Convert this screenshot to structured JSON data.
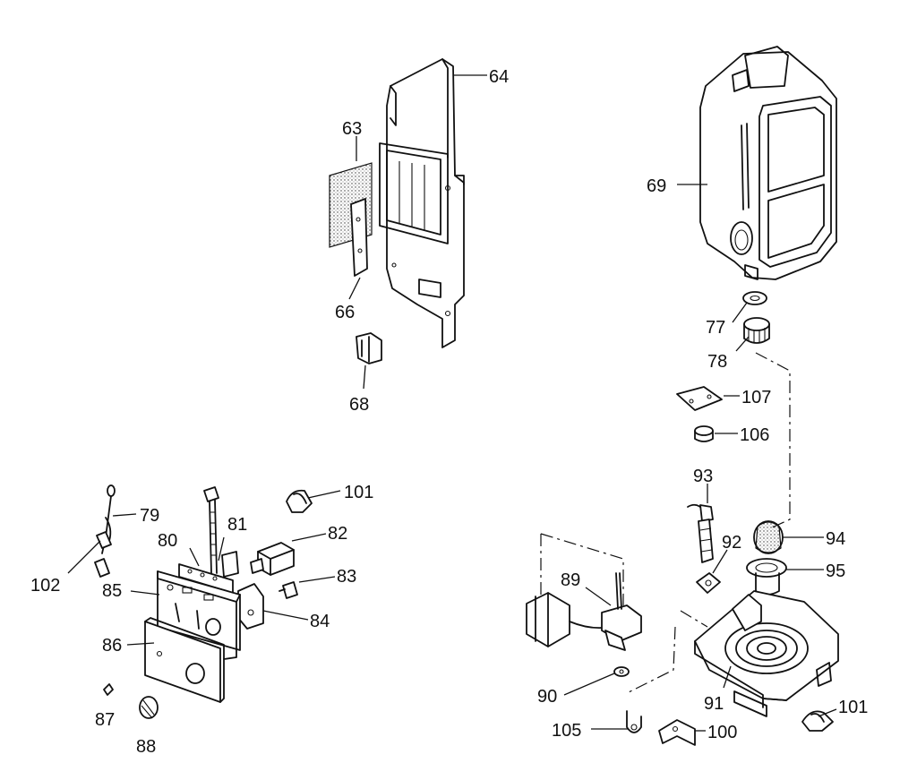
{
  "callouts": [
    {
      "id": "p64",
      "label": "64"
    },
    {
      "id": "p63",
      "label": "63"
    },
    {
      "id": "p66",
      "label": "66"
    },
    {
      "id": "p68",
      "label": "68"
    },
    {
      "id": "p69",
      "label": "69"
    },
    {
      "id": "p77",
      "label": "77"
    },
    {
      "id": "p78",
      "label": "78"
    },
    {
      "id": "p107",
      "label": "107"
    },
    {
      "id": "p106",
      "label": "106"
    },
    {
      "id": "p93",
      "label": "93"
    },
    {
      "id": "p94",
      "label": "94"
    },
    {
      "id": "p92",
      "label": "92"
    },
    {
      "id": "p95",
      "label": "95"
    },
    {
      "id": "p89",
      "label": "89"
    },
    {
      "id": "p90",
      "label": "90"
    },
    {
      "id": "p91",
      "label": "91"
    },
    {
      "id": "p105",
      "label": "105"
    },
    {
      "id": "p100",
      "label": "100"
    },
    {
      "id": "p101b",
      "label": "101"
    },
    {
      "id": "p101a",
      "label": "101"
    },
    {
      "id": "p79",
      "label": "79"
    },
    {
      "id": "p81",
      "label": "81"
    },
    {
      "id": "p82",
      "label": "82"
    },
    {
      "id": "p80",
      "label": "80"
    },
    {
      "id": "p102",
      "label": "102"
    },
    {
      "id": "p85",
      "label": "85"
    },
    {
      "id": "p83",
      "label": "83"
    },
    {
      "id": "p84",
      "label": "84"
    },
    {
      "id": "p86",
      "label": "86"
    },
    {
      "id": "p87",
      "label": "87"
    },
    {
      "id": "p88",
      "label": "88"
    }
  ]
}
